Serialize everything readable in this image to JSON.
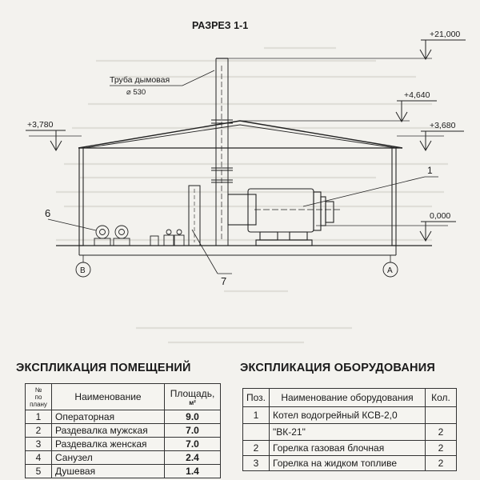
{
  "section": {
    "title": "РАЗРЕЗ 1-1",
    "chimney_label": "Труба дымовая",
    "chimney_diameter": "⌀ 530",
    "levels": {
      "top": "+21,000",
      "ridge": "+4,640",
      "eave_left": "+3,780",
      "eave_right": "+3,680",
      "floor": "0,000"
    },
    "axes": {
      "left": "В",
      "right": "А"
    },
    "callouts": {
      "boiler": "1",
      "burner_unit": "6",
      "equipment": "7"
    }
  },
  "rooms": {
    "title": "ЭКСПЛИКАЦИЯ ПОМЕЩЕНИЙ",
    "headers": {
      "num_1": "№",
      "num_2": "по",
      "num_3": "плану",
      "name": "Наименование",
      "area": "Площадь,",
      "area_unit": "м²"
    },
    "rows": [
      {
        "num": "1",
        "name": "Операторная",
        "area": "9.0"
      },
      {
        "num": "2",
        "name": "Раздевалка мужская",
        "area": "7.0"
      },
      {
        "num": "3",
        "name": "Раздевалка женская",
        "area": "7.0"
      },
      {
        "num": "4",
        "name": "Санузел",
        "area": "2.4"
      },
      {
        "num": "5",
        "name": "Душевая",
        "area": "1.4"
      }
    ]
  },
  "equipment": {
    "title": "ЭКСПЛИКАЦИЯ ОБОРУДОВАНИЯ",
    "headers": {
      "pos": "Поз.",
      "name": "Наименование оборудования",
      "qty": "Кол."
    },
    "rows": [
      {
        "pos": "1",
        "name": "Котел водогрейный КСВ-2,0",
        "qty": ""
      },
      {
        "pos": "",
        "name": "\"ВК-21\"",
        "qty": "2"
      },
      {
        "pos": "2",
        "name": "Горелка газовая блочная",
        "qty": "2"
      },
      {
        "pos": "3",
        "name": "Горелка на жидком топливе",
        "qty": "2"
      }
    ]
  }
}
